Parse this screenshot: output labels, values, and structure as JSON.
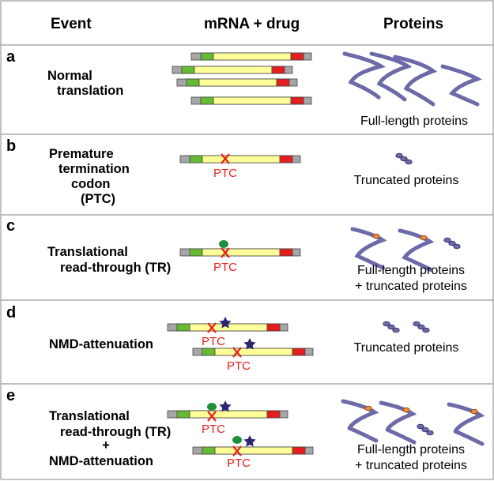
{
  "headers": {
    "event": "Event",
    "mrna": "mRNA + drug",
    "proteins": "Proteins"
  },
  "rows": [
    {
      "letter": "a",
      "event_lines": [
        "Normal",
        "translation"
      ],
      "ptc": [],
      "caption_lines": [
        "Full-length proteins"
      ]
    },
    {
      "letter": "b",
      "event_lines": [
        "Premature",
        "termination",
        "codon",
        "(PTC)"
      ],
      "ptc": [
        "PTC"
      ],
      "caption_lines": [
        "Truncated proteins"
      ]
    },
    {
      "letter": "c",
      "event_lines": [
        "Translational",
        "read-through (TR)"
      ],
      "ptc": [
        "PTC"
      ],
      "caption_lines": [
        "Full-length proteins",
        "+ truncated proteins"
      ]
    },
    {
      "letter": "d",
      "event_lines": [
        "NMD-attenuation"
      ],
      "ptc": [
        "PTC",
        "PTC"
      ],
      "caption_lines": [
        "Truncated proteins"
      ]
    },
    {
      "letter": "e",
      "event_lines": [
        "Translational",
        "read-through (TR)",
        "+",
        "NMD-attenuation"
      ],
      "ptc": [
        "PTC",
        "PTC"
      ],
      "caption_lines": [
        "Full-length proteins",
        "+ truncated proteins"
      ]
    }
  ],
  "colors": {
    "utr": "#a6a6a6",
    "start_codon": "#66bb33",
    "coding": "#ffff99",
    "stop_codon": "#e41e1e",
    "ptc_mark": "#e4201c",
    "ribosome": "#1f8f3a",
    "drug_star": "#2e2570",
    "protein_bead": "#6c6aa8",
    "protein_bead_edge": "#32306a",
    "read_through_bead": "#f08a3a",
    "table_border": "#9a9a9a"
  }
}
